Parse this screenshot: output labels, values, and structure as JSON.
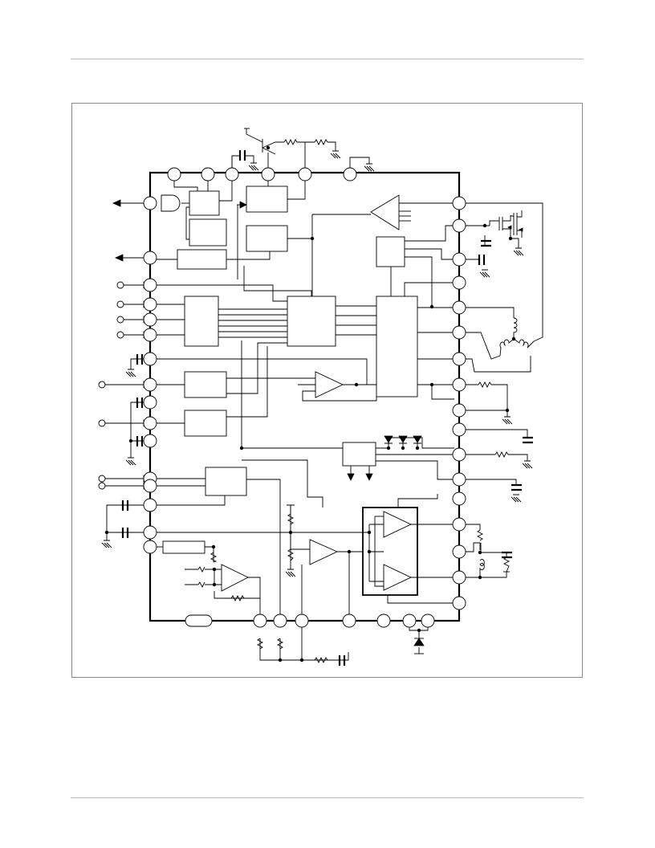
{
  "page": {
    "top_rule": "top-rule",
    "bottom_rule": "bottom-rule"
  },
  "figure": {
    "kind": "block-diagram",
    "colors": {
      "line": "#000000",
      "frame": "#8a8a8a",
      "rule": "#b8b8b8",
      "background": "#ffffff"
    }
  }
}
